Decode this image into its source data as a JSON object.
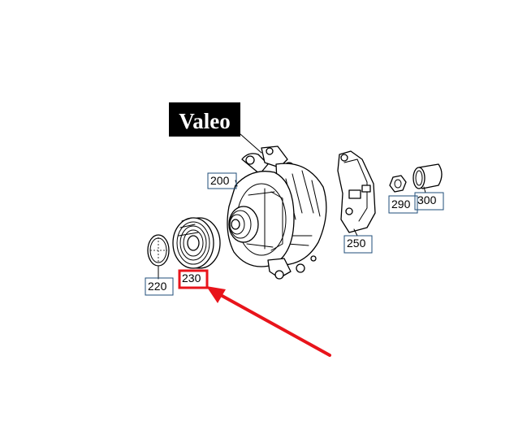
{
  "brand": {
    "label": "Valeo",
    "background": "#000000",
    "text_color": "#ffffff"
  },
  "callouts": [
    {
      "id": "200",
      "label": "200",
      "highlighted": false
    },
    {
      "id": "220",
      "label": "220",
      "highlighted": false
    },
    {
      "id": "230",
      "label": "230",
      "highlighted": true
    },
    {
      "id": "250",
      "label": "250",
      "highlighted": false
    },
    {
      "id": "290",
      "label": "290",
      "highlighted": false
    },
    {
      "id": "300",
      "label": "300",
      "highlighted": false
    }
  ],
  "colors": {
    "callout_border": "#1f4e79",
    "highlight": "#e8141b",
    "arrow": "#e8141b",
    "line_art": "#000000"
  },
  "icons": {
    "pointer": "red-arrow-icon"
  }
}
